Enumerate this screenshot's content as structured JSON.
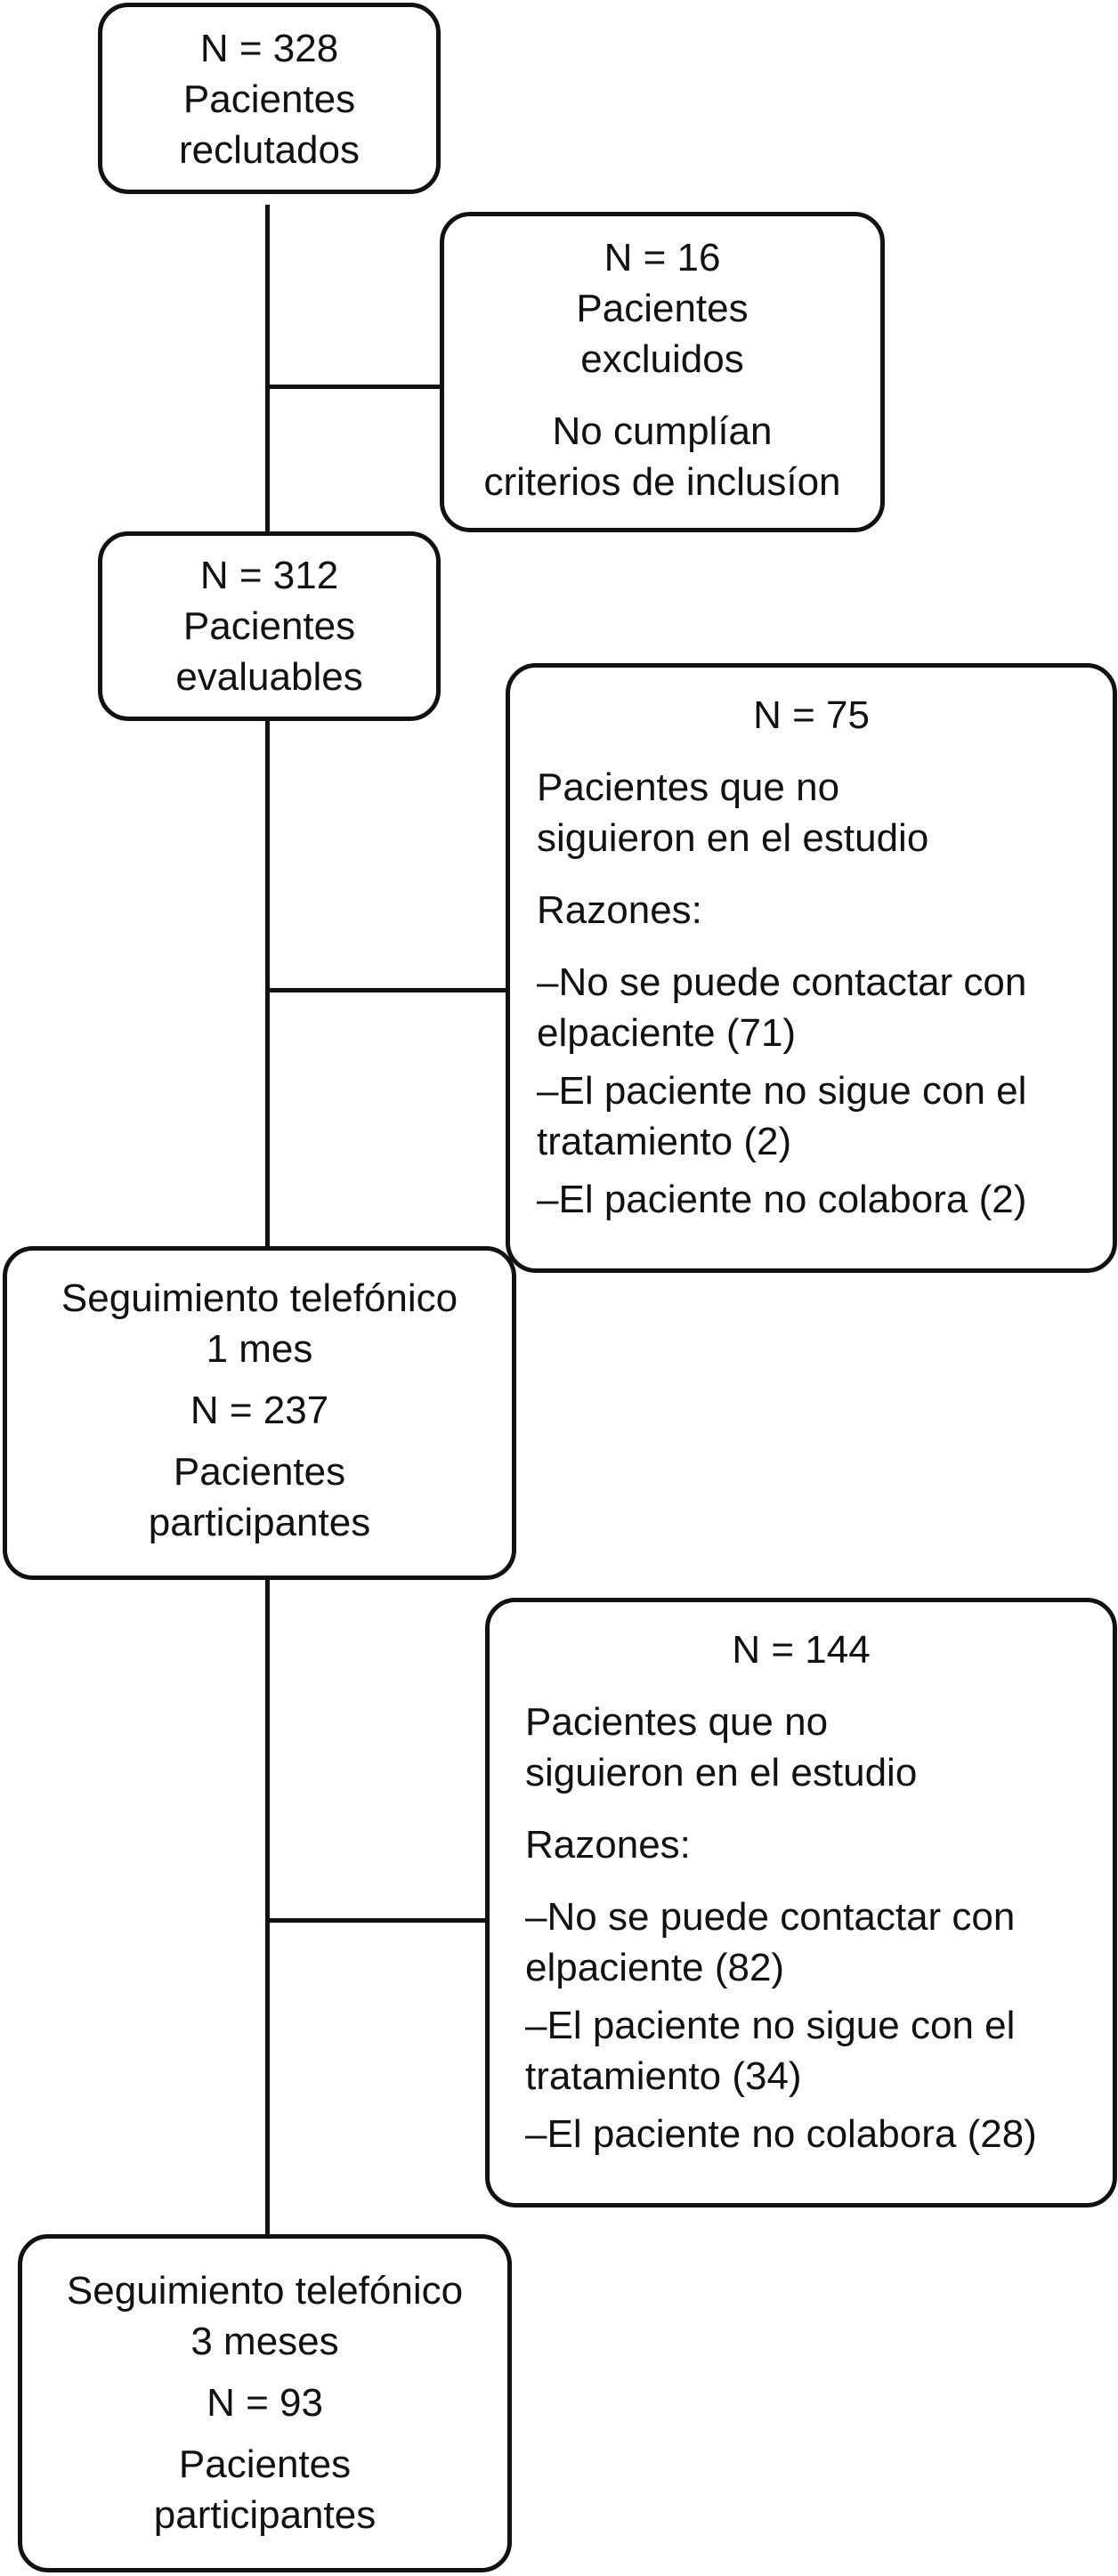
{
  "boxes": {
    "recruited": {
      "n": "N = 328",
      "line1": "Pacientes",
      "line2": "reclutados"
    },
    "excluded": {
      "n": "N = 16",
      "line1": "Pacientes",
      "line2": "excluidos",
      "reason1": "No cumplían",
      "reason2": "criterios de inclusíon"
    },
    "evaluable": {
      "n": "N = 312",
      "line1": "Pacientes",
      "line2": "evaluables"
    },
    "dropout1": {
      "n": "N = 75",
      "desc1": "Pacientes que no",
      "desc2": "siguieron en el estudio",
      "reasons_title": "Razones:",
      "r1a": "–No se puede contactar con",
      "r1b": "elpaciente (71)",
      "r2a": "–El paciente no sigue con el",
      "r2b": "tratamiento (2)",
      "r3": "–El paciente no colabora (2)"
    },
    "followup1": {
      "title1": "Seguimiento telefónico",
      "title2": "1 mes",
      "n": "N = 237",
      "line1": "Pacientes",
      "line2": "participantes"
    },
    "dropout2": {
      "n": "N = 144",
      "desc1": "Pacientes  que no",
      "desc2": "siguieron en el estudio",
      "reasons_title": "Razones:",
      "r1a": "–No se puede contactar con",
      "r1b": "elpaciente (82)",
      "r2a": "–El paciente no sigue con el",
      "r2b": "tratamiento (34)",
      "r3": "–El paciente no colabora (28)"
    },
    "followup3": {
      "title1": "Seguimiento telefónico",
      "title2": "3 meses",
      "n": "N = 93",
      "line1": "Pacientes",
      "line2": "participantes"
    }
  }
}
